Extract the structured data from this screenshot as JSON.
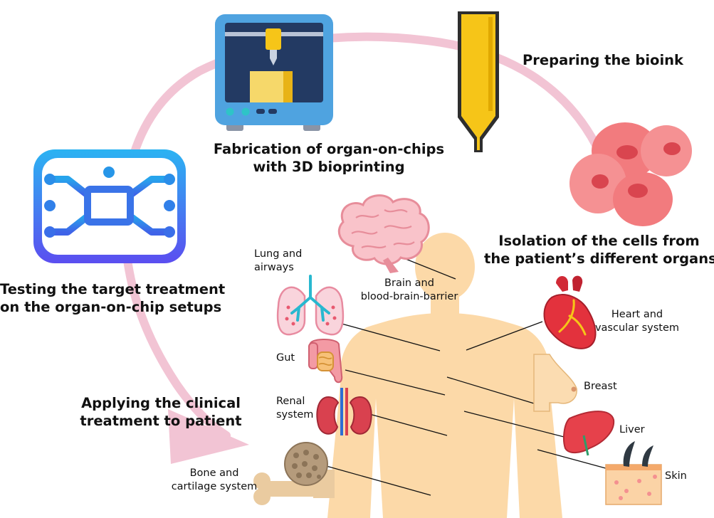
{
  "steps": {
    "fabrication_line1": "Fabrication of organ-on-chips",
    "fabrication_line2": "with 3D bioprinting",
    "bioink": "Preparing the bioink",
    "isolation_line1": "Isolation of the cells from",
    "isolation_line2": "the patient’s different organs",
    "testing_line1": "Testing the target treatment",
    "testing_line2": "on the organ-on-chip setups",
    "applying_line1": "Applying the clinical",
    "applying_line2": "treatment to patient"
  },
  "organs": {
    "lung_line1": "Lung and",
    "lung_line2": "airways",
    "brain_line1": "Brain and",
    "brain_line2": "blood-brain-barrier",
    "heart_line1": "Heart and",
    "heart_line2": "vascular system",
    "gut": "Gut",
    "breast": "Breast",
    "renal_line1": "Renal",
    "renal_line2": "system",
    "liver": "Liver",
    "skin": "Skin",
    "bone_line1": "Bone and",
    "bone_line2": "cartilage system"
  },
  "icons": [
    "bioprinter-icon",
    "bioink-nozzle-icon",
    "cells-icon",
    "organ-chip-icon",
    "brain-icon",
    "lung-icon",
    "heart-icon",
    "gut-icon",
    "breast-icon",
    "kidney-icon",
    "liver-icon",
    "skin-icon",
    "bone-icon",
    "human-body-silhouette"
  ],
  "colors": {
    "cycle_arrow": "#f2c4d4",
    "body": "#fcd9a8",
    "printer_frame": "#4fa3e0",
    "printer_screen": "#233a63",
    "bioink": "#f6c518",
    "cell": "#f27b7e",
    "chip_gradient_top": "#2bb3f2",
    "chip_gradient_bottom": "#5b4ef0",
    "chip_circuit": "#2f7fe6"
  }
}
